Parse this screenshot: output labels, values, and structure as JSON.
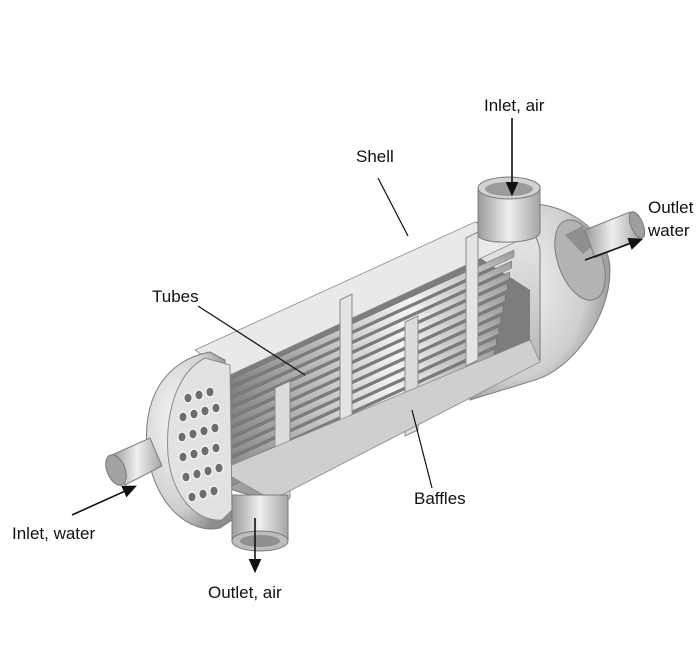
{
  "diagram": {
    "labels": {
      "inlet_air": "Inlet, air",
      "shell": "Shell",
      "outlet_water_line1": "Outlet",
      "outlet_water_line2": "water",
      "tubes": "Tubes",
      "baffles": "Baffles",
      "inlet_water": "Inlet, water",
      "outlet_air": "Outlet, air"
    },
    "colors": {
      "shell_light": "#f2f2f2",
      "shell_mid": "#c9c9c9",
      "shell_dark": "#8e8e8e",
      "tube_dark": "#6e6e6e",
      "arrow": "#111111"
    }
  }
}
